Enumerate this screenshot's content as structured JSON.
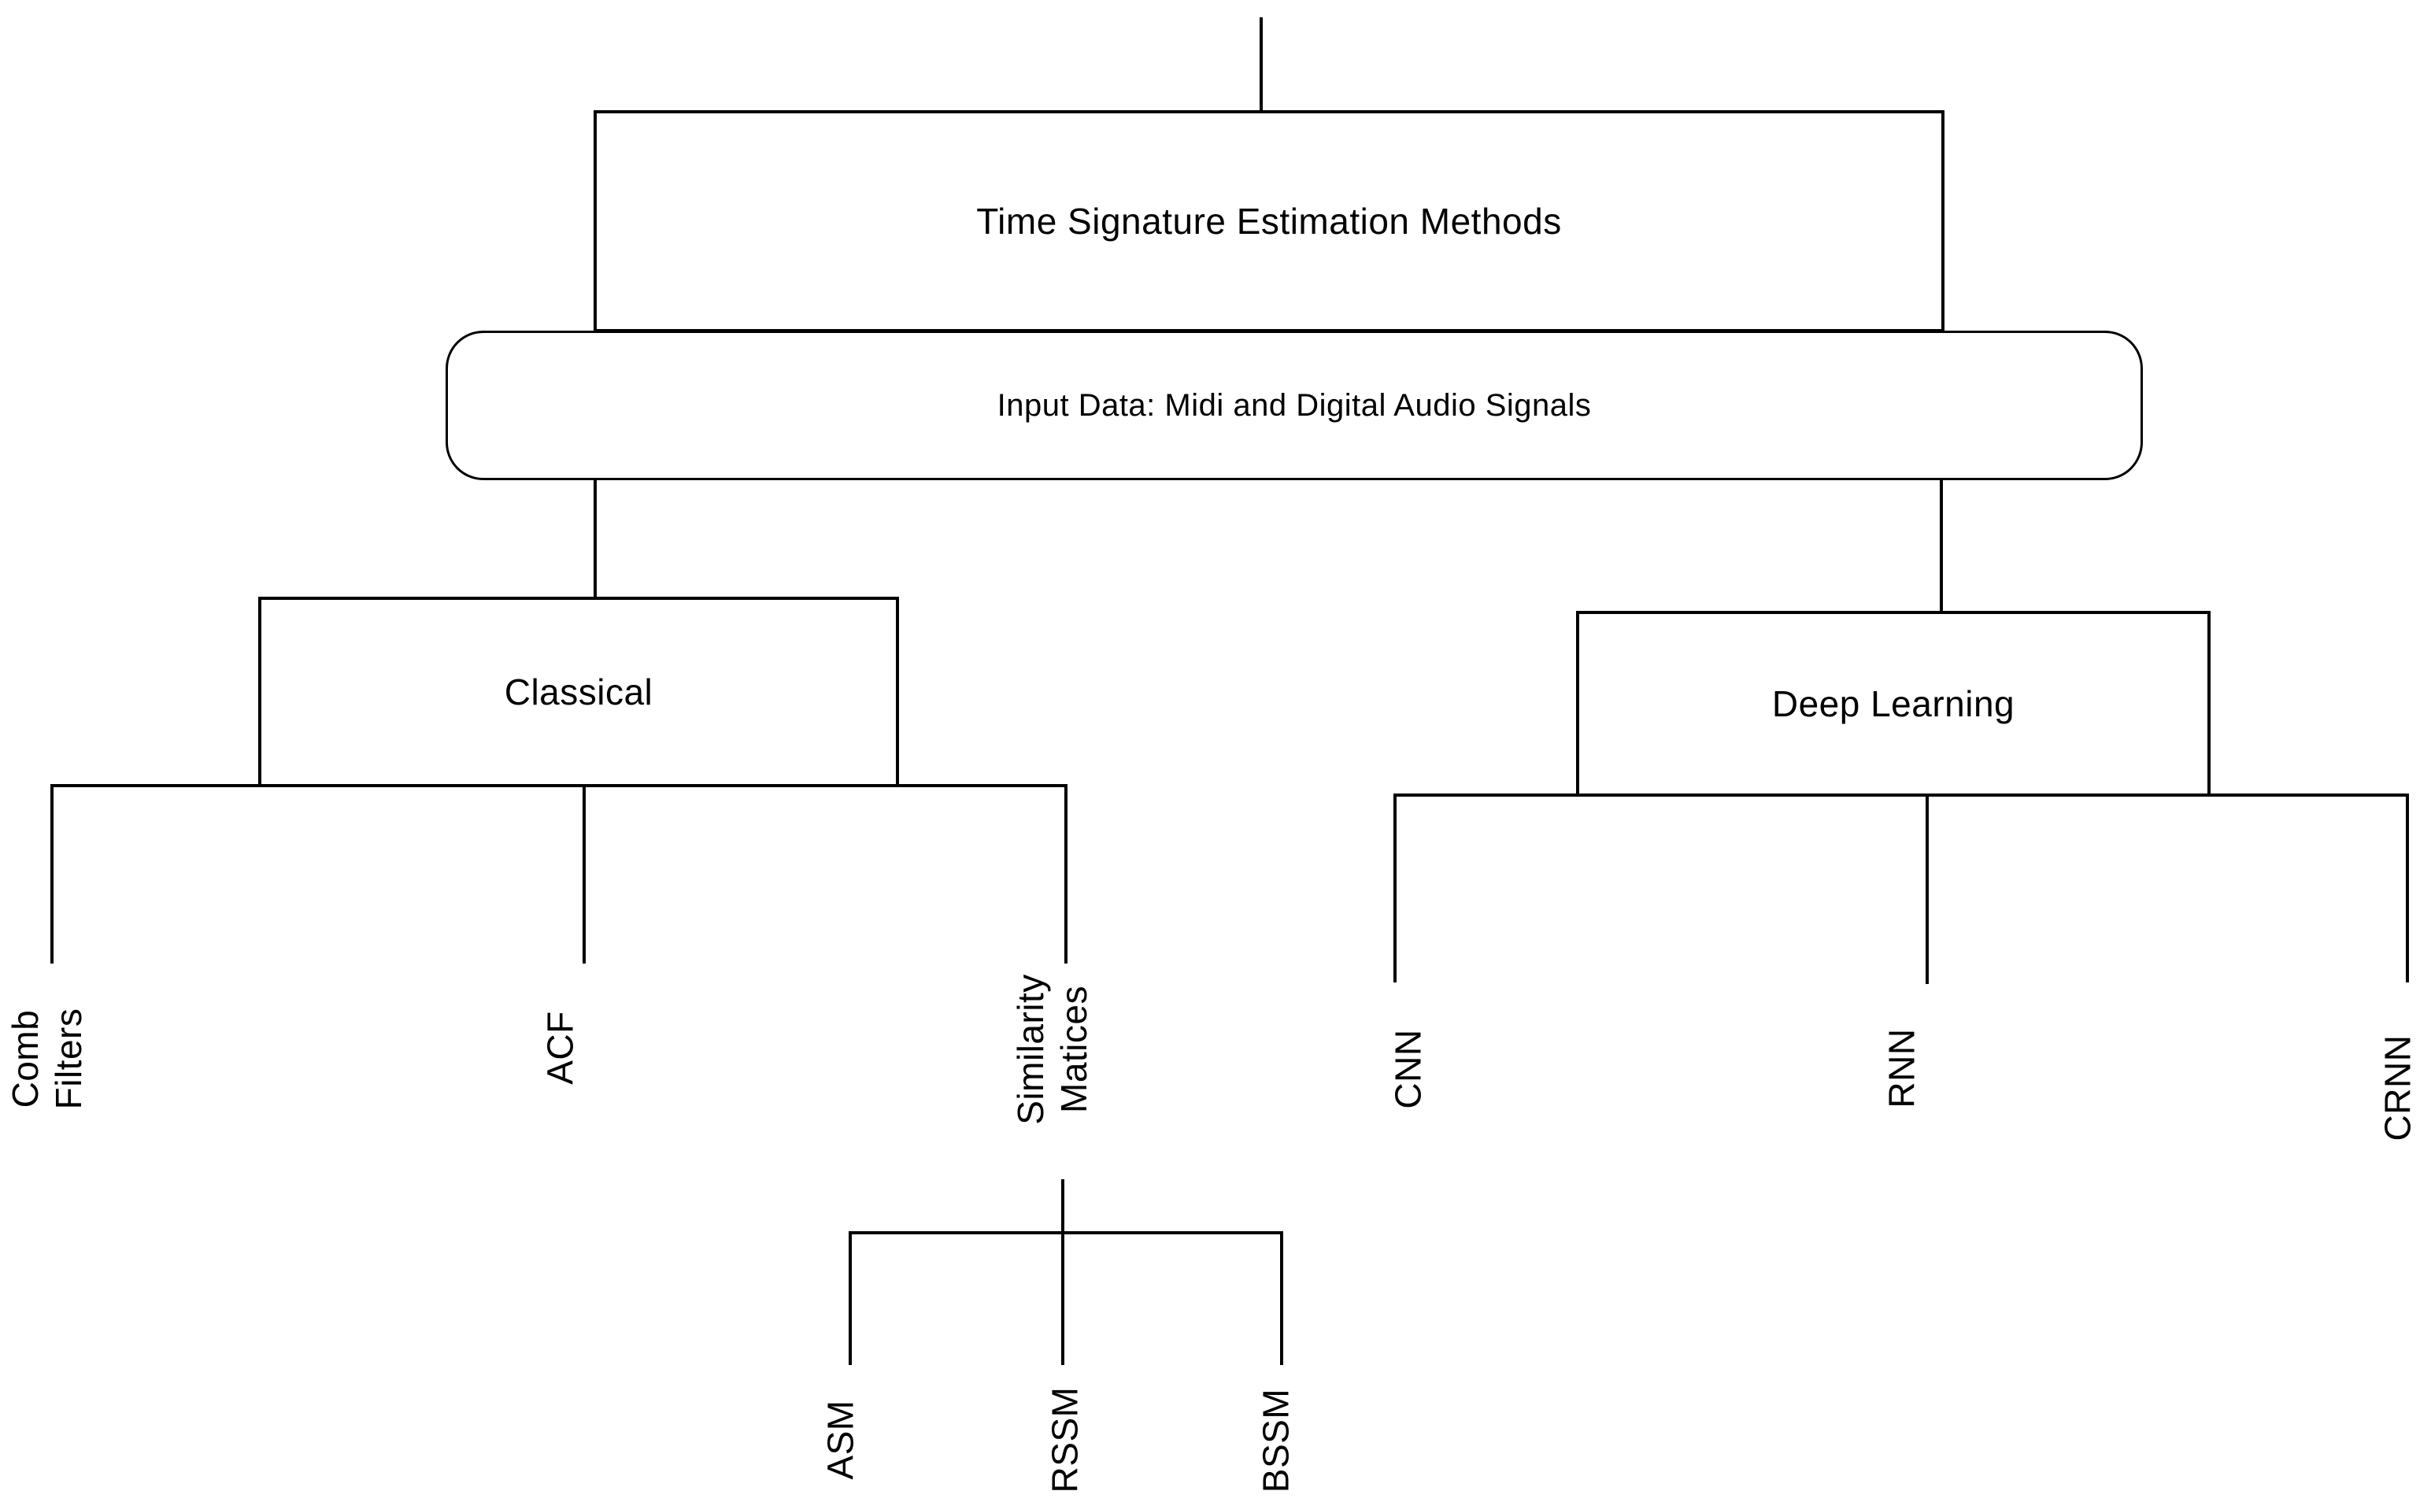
{
  "diagram": {
    "title": "Time Signature Estimation Methods",
    "input_banner": "Input Data: Midi and Digital Audio Signals",
    "branches": {
      "classical": {
        "label": "Classical",
        "children": [
          {
            "id": "comb-filters",
            "lines": [
              "Comb",
              "Filters"
            ]
          },
          {
            "id": "acf",
            "lines": [
              "ACF"
            ]
          },
          {
            "id": "similarity-matrices",
            "lines": [
              "Similarity",
              "Matices"
            ],
            "children": [
              {
                "id": "asm",
                "lines": [
                  "ASM"
                ]
              },
              {
                "id": "rssm",
                "lines": [
                  "RSSM"
                ]
              },
              {
                "id": "bssm",
                "lines": [
                  "BSSM"
                ]
              }
            ]
          }
        ]
      },
      "deep_learning": {
        "label": "Deep Learning",
        "children": [
          {
            "id": "cnn",
            "lines": [
              "CNN"
            ]
          },
          {
            "id": "rnn",
            "lines": [
              "RNN"
            ]
          },
          {
            "id": "crnn",
            "lines": [
              "CRNN"
            ]
          }
        ]
      }
    },
    "colors": {
      "line": "#000000",
      "background": "#ffffff",
      "text": "#000000"
    }
  }
}
